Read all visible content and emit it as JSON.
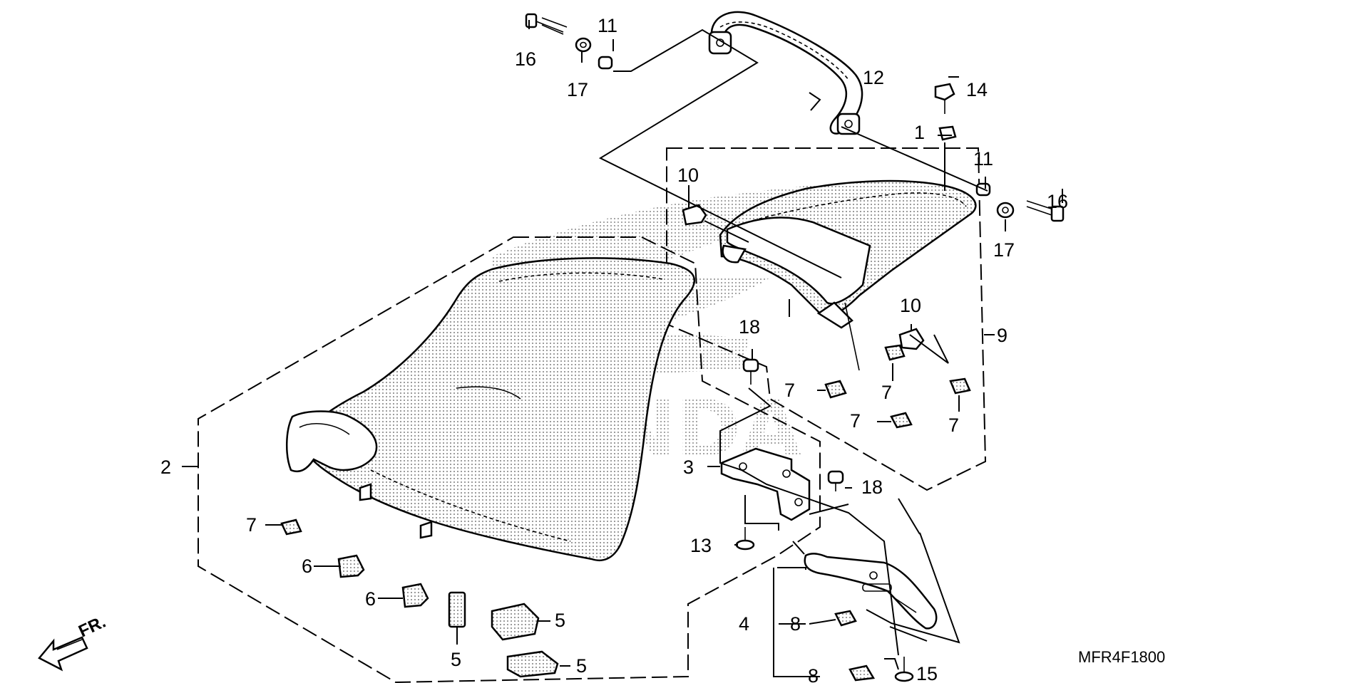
{
  "diagram": {
    "code": "MFR4F1800",
    "front_label": "FR.",
    "callouts": [
      {
        "id": "c1",
        "text": "1"
      },
      {
        "id": "c2",
        "text": "2"
      },
      {
        "id": "c3",
        "text": "3"
      },
      {
        "id": "c4",
        "text": "4"
      },
      {
        "id": "c5a",
        "text": "5"
      },
      {
        "id": "c5b",
        "text": "5"
      },
      {
        "id": "c5c",
        "text": "5"
      },
      {
        "id": "c6a",
        "text": "6"
      },
      {
        "id": "c6b",
        "text": "6"
      },
      {
        "id": "c7a",
        "text": "7"
      },
      {
        "id": "c7b",
        "text": "7"
      },
      {
        "id": "c7c",
        "text": "7"
      },
      {
        "id": "c7d",
        "text": "7"
      },
      {
        "id": "c7e",
        "text": "7"
      },
      {
        "id": "c8a",
        "text": "8"
      },
      {
        "id": "c8b",
        "text": "8"
      },
      {
        "id": "c9",
        "text": "9"
      },
      {
        "id": "c10a",
        "text": "10"
      },
      {
        "id": "c10b",
        "text": "10"
      },
      {
        "id": "c11a",
        "text": "11"
      },
      {
        "id": "c11b",
        "text": "11"
      },
      {
        "id": "c12",
        "text": "12"
      },
      {
        "id": "c13",
        "text": "13"
      },
      {
        "id": "c14",
        "text": "14"
      },
      {
        "id": "c15",
        "text": "15"
      },
      {
        "id": "c16a",
        "text": "16"
      },
      {
        "id": "c16b",
        "text": "16"
      },
      {
        "id": "c17a",
        "text": "17"
      },
      {
        "id": "c17b",
        "text": "17"
      },
      {
        "id": "c18a",
        "text": "18"
      },
      {
        "id": "c18b",
        "text": "18"
      }
    ]
  }
}
